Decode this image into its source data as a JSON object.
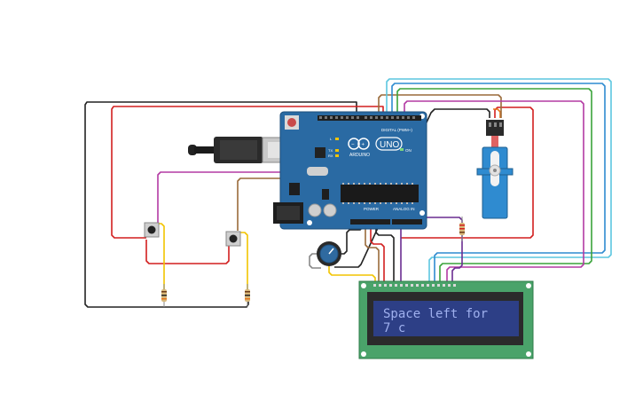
{
  "arduino": {
    "brand": "ARDUINO",
    "model": "UNO",
    "digital_label": "DIGITAL (PWM~)",
    "power_label": "POWER",
    "analog_label": "ANALOG IN",
    "on_label": "ON",
    "tx_label": "TX",
    "rx_label": "RX",
    "l_label": "L"
  },
  "lcd": {
    "line1": "Space left for",
    "line2": "7 c"
  },
  "colors": {
    "board": "#2a6aa3",
    "lcd_board": "#4aa36a",
    "lcd_screen": "#2d3f86",
    "wire_red": "#d21f1f",
    "wire_black": "#222222",
    "wire_yellow": "#f2c400",
    "wire_purple": "#6a2d91",
    "wire_magenta": "#b33aa3",
    "wire_brown": "#9a6a3a",
    "wire_green": "#3aa33a",
    "wire_cyan": "#3ab7d9",
    "wire_blue": "#2f8bd0",
    "wire_orange": "#e5761e",
    "wire_gray": "#888888"
  }
}
